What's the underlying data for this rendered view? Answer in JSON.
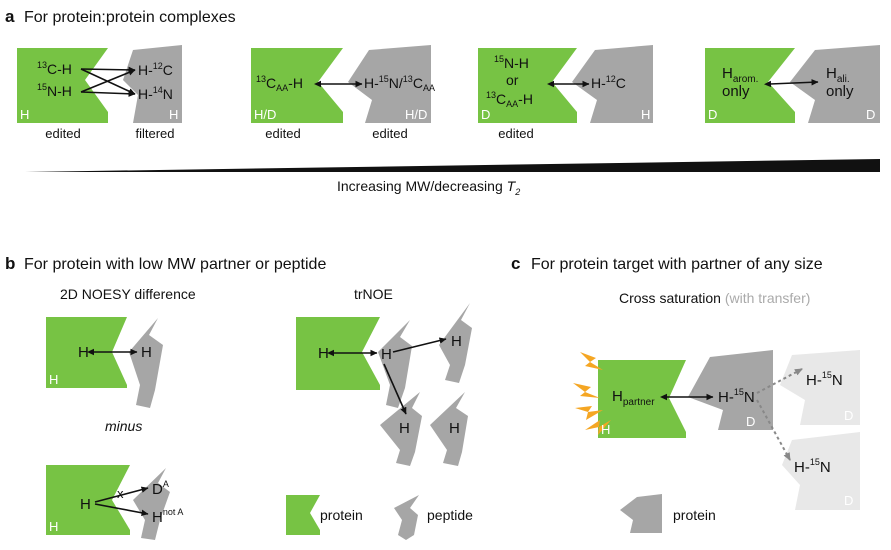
{
  "colors": {
    "protein": "#77c344",
    "partner": "#a6a6a6",
    "light": "#e8e8e8",
    "light_text": "#ffffff",
    "accent": "#f5a623",
    "arrow": "#111111",
    "dashed_arrow": "#888888",
    "muted_text": "#aaaaaa"
  },
  "panel_a": {
    "letter": "a",
    "title": "For protein:protein complexes",
    "s1": {
      "left_top": "13",
      "left_top2": "C-H",
      "left_bot": "15",
      "left_bot2": "N-H",
      "right_top1": "H-",
      "right_top_sup": "12",
      "right_top2": "C",
      "right_bot1": "H-",
      "right_bot_sup": "14",
      "right_bot2": "N",
      "left_corner": "H",
      "right_corner": "H",
      "left_caption": "edited",
      "right_caption": "filtered"
    },
    "s2": {
      "left_sup": "13",
      "left_main": "C",
      "left_sub": "AA",
      "left_tail": "-H",
      "right1": "H-",
      "right_sup1": "15",
      "right2": "N/",
      "right_sup2": "13",
      "right3": "C",
      "right_sub": "AA",
      "left_corner": "H/D",
      "right_corner": "H/D",
      "left_caption": "edited",
      "right_caption": "edited"
    },
    "s3": {
      "line1_sup": "15",
      "line1": "N-H",
      "line2": "or",
      "line3_sup": "13",
      "line3": "C",
      "line3_sub": "AA",
      "line3_tail": "-H",
      "right1": "H-",
      "right_sup": "12",
      "right2": "C",
      "left_corner": "D",
      "right_corner": "H",
      "left_caption": "edited"
    },
    "s4": {
      "left_main": "H",
      "left_sub": "arom.",
      "left_only": "only",
      "right_main": "H",
      "right_sub": "ali.",
      "right_only": "only",
      "left_corner": "D",
      "right_corner": "D"
    },
    "wedge_label": "Increasing MW/decreasing ",
    "wedge_label_italic": "T",
    "wedge_label_sub": "2"
  },
  "panel_b": {
    "letter": "b",
    "title": "For protein with low MW partner or peptide",
    "noesy_title": "2D NOESY difference",
    "noesy_top": {
      "left": "H",
      "right": "H",
      "corner": "H"
    },
    "minus": "minus",
    "noesy_bottom": {
      "left": "H",
      "x_mark": "x",
      "top_target": "D",
      "top_target_sup": "A",
      "bottom_target": "H",
      "bottom_target_sup": "not A",
      "corner": "H"
    },
    "trnoe_title": "trNOE",
    "trnoe": {
      "left": "H",
      "middle": "H",
      "right": "H",
      "bottom1": "H",
      "bottom2": "H"
    },
    "legend_protein": "protein",
    "legend_peptide": "peptide"
  },
  "panel_c": {
    "letter": "c",
    "title": "For protein target with partner of any size",
    "subtitle_main": "Cross saturation",
    "subtitle_extra": " (with transfer)",
    "left_main": "H",
    "left_sub": "partner",
    "left_corner": "H",
    "middle1": "H-",
    "middle_sup": "15",
    "middle2": "N",
    "middle_corner": "D",
    "top_right1": "H-",
    "top_right_sup": "15",
    "top_right2": "N",
    "top_right_corner": "D",
    "bottom_right1": "H-",
    "bottom_right_sup": "15",
    "bottom_right2": "N",
    "bottom_right_corner": "D",
    "legend_protein": "protein"
  }
}
